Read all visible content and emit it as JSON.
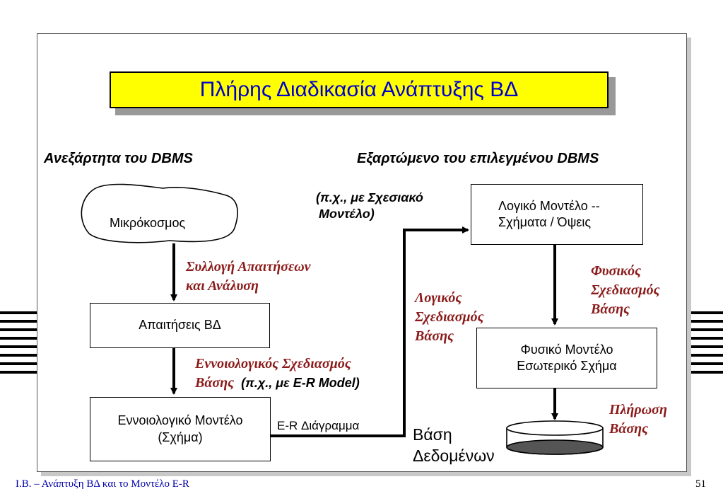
{
  "title": "Πλήρης Διαδικασία Ανάπτυξης ΒΔ",
  "heading_left": "Ανεξάρτητα του  DBMS",
  "heading_right": "Εξαρτώμενο του επιλεγμένου DBMS",
  "micro": "Μικρόκοσμος",
  "req_box": "Απαιτήσεις ΒΔ",
  "concept_box": {
    "line1": "Εννοιολογικό Μοντέλο",
    "line2": "(Σχήμα)"
  },
  "logical_box": {
    "line1": "Λογικό Μοντέλο  --",
    "line2": "Σχήματα  / Όψεις"
  },
  "physical_box": {
    "line1": "Φυσικό  Μοντέλο",
    "line2": "Εσωτερικό  Σχήμα"
  },
  "step_requirements": {
    "line1": "Συλλογή Απαιτήσεων",
    "line2": "και Ανάλυση"
  },
  "step_conceptual": {
    "line1": "Εννοιολογικός Σχεδιασμός",
    "line2": "Βάσης",
    "example": "(π.χ., με E-R Model)"
  },
  "step_logical": {
    "line1": "Λογικός",
    "line2": "Σχεδιασμός",
    "line3": "Βάσης"
  },
  "logical_example": {
    "line1": "(π.χ., με Σχεσιακό",
    "line2": "Μοντέλο)"
  },
  "step_physical": {
    "line1": "Φυσικός",
    "line2": "Σχεδιασμός",
    "line3": "Βάσης"
  },
  "step_populate": {
    "line1": "Πλήρωση",
    "line2": "Βάσης"
  },
  "er_label": "E-R  Διάγραμμα",
  "db_label": {
    "line1": "Βάση",
    "line2": "Δεδομένων"
  },
  "footer_left": "Ι.Β. – Ανάπτυξη ΒΔ και το Μοντέλο E-R",
  "footer_right": "51",
  "colors": {
    "title_bg": "#ffff00",
    "title_text": "#0000cc",
    "step_text": "#8b1a1a",
    "footer_text": "#0000aa"
  }
}
